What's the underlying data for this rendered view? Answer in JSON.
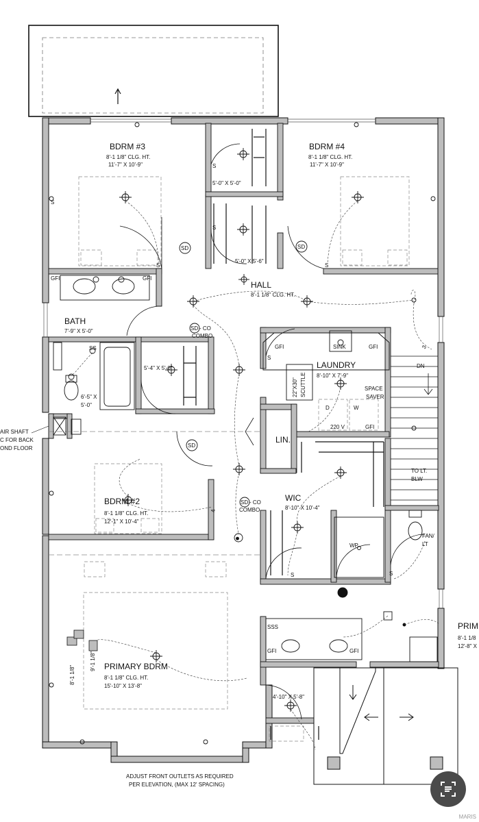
{
  "rooms": {
    "bdrm3": {
      "name": "BDRM #3",
      "clg": "8'-1 1/8\" CLG. HT.",
      "dim": "11'-7\" X 10'-9\""
    },
    "bdrm4": {
      "name": "BDRM #4",
      "clg": "8'-1 1/8\" CLG. HT.",
      "dim": "11'-7\" X 10'-9\""
    },
    "hall": {
      "name": "HALL",
      "clg": "8'-1 1/8\" CLG. HT."
    },
    "bath": {
      "name": "BATH",
      "dim": "7'-9\" X 5'-0\""
    },
    "laundry": {
      "name": "LAUNDRY",
      "dim": "8'-10\" X 7'-9\""
    },
    "bdrm2": {
      "name": "BDRM #2",
      "clg": "8'-1 1/8\" CLG. HT.",
      "dim": "12'-1\" X 10'-4\""
    },
    "wic": {
      "name": "WIC",
      "dim": "8'-10\" X 10'-4\""
    },
    "primary": {
      "name": "PRIMARY BDRM",
      "clg": "8'-1 1/8\" CLG. HT.",
      "dim": "15'-10\" X 13'-8\""
    },
    "prim_bath": {
      "name": "PRIM",
      "clg": "8'-1 1/8",
      "dim": "12'-8\" X"
    },
    "lin": {
      "name": "LIN."
    }
  },
  "labels": {
    "closet1": "5'-0\" X 5'-0\"",
    "closet2": "5'-0\" X 5'-6\"",
    "closet3": "5'-4\" X 5'-0\"",
    "closet4": "4'-10\" X 5'-8\"",
    "wc": "6'-5\" X",
    "wc2": "5'-0\"",
    "gfi": "GFI",
    "sd": "SD",
    "sd_co": "- CO",
    "combo": "COMBO",
    "sink": "SINK",
    "scuttle1": "22\"X30\"",
    "scuttle2": "SCUTTLE",
    "space1": "SPACE",
    "space2": "SAVER",
    "volt": "220 V",
    "d": "D",
    "w": "W",
    "wp": "WP",
    "fan": "FAN/",
    "lt": "LT",
    "dn": "DN",
    "to_lt": "TO LT.",
    "blw": "BLW",
    "s": "S",
    "ss": "SS",
    "sss": "SSS",
    "air1": "AIR SHAFT",
    "air2": "C FOR BACK",
    "air3": "OND FLOOR",
    "clg_side_a": "8'-1 1/8\"",
    "clg_side_b": "9'-1 1/8\"",
    "three": "3",
    "four": "4"
  },
  "notes": {
    "line1": "ADJUST FRONT OUTLETS AS REQUIRED",
    "line2": "PER ELEVATION, (MAX 12' SPACING)"
  },
  "watermark": "MARIS",
  "icons": {
    "scan": "document-scan-icon"
  }
}
